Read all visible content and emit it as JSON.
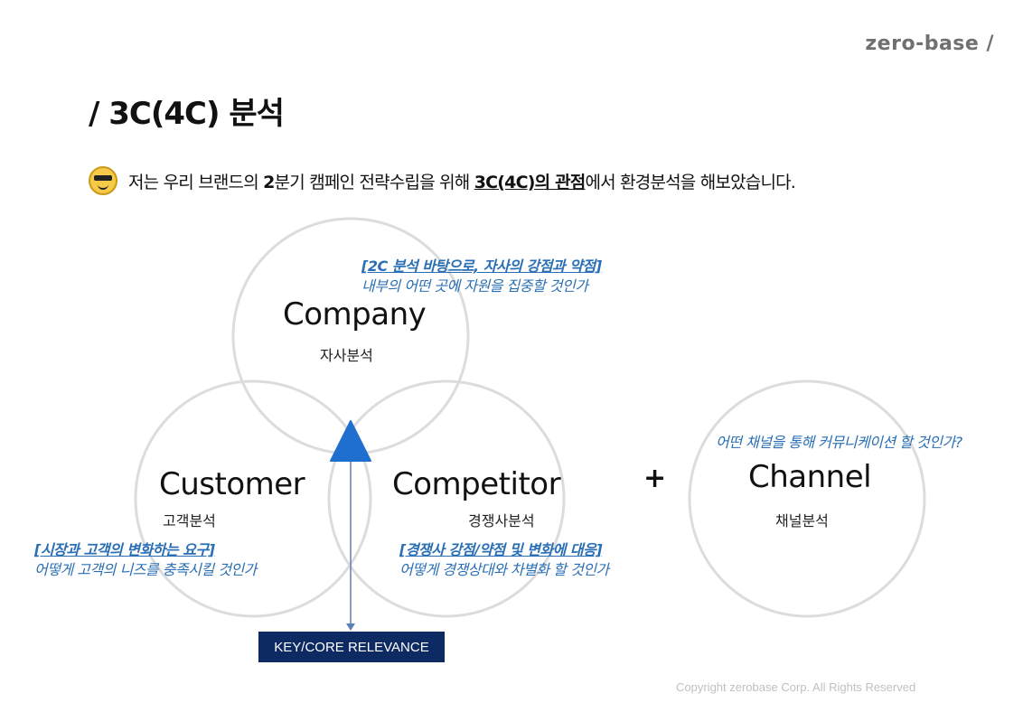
{
  "logo": "zero-base /",
  "title": "/ 3C(4C) 분석",
  "intro": {
    "emoji_icon": "sunglasses-emoji-icon",
    "part1": "저는 우리 브랜드의 ",
    "bold1": "2",
    "part2": "분기 캠페인 전략수립을 위해 ",
    "underline": "3C(4C)의 관점",
    "part3": "에서 환경분석을 해보았습니다."
  },
  "company": {
    "name": "Company",
    "sub": "자사분석",
    "note_head": "[2C 분석 바탕으로, 자사의 강점과 약점]",
    "note_body": "내부의 어떤 곳에 자원을 집중할 것인가"
  },
  "customer": {
    "name": "Customer",
    "sub": "고객분석",
    "note_head": "[시장과 고객의 변화하는 요구]",
    "note_body": "어떻게 고객의 니즈를 충족시킬 것인가"
  },
  "competitor": {
    "name": "Competitor",
    "sub": "경쟁사분석",
    "note_head": "[경쟁사 강점/약점 및 변화에 대응]",
    "note_body": "어떻게 경쟁상대와 차별화 할 것인가"
  },
  "channel": {
    "name": "Channel",
    "sub": "채널분석",
    "note": "어떤 채널을 통해 커뮤니케이션 할 것인가?"
  },
  "plus": "+",
  "key_label": "KEY/CORE RELEVANCE",
  "copyright": "Copyright zerobase Corp. All Rights Reserved",
  "colors": {
    "accent_blue": "#1f6fcf",
    "note_blue": "#2a6fb5",
    "key_box": "#0d2a63",
    "circle_stroke": "#dcdcdc"
  }
}
